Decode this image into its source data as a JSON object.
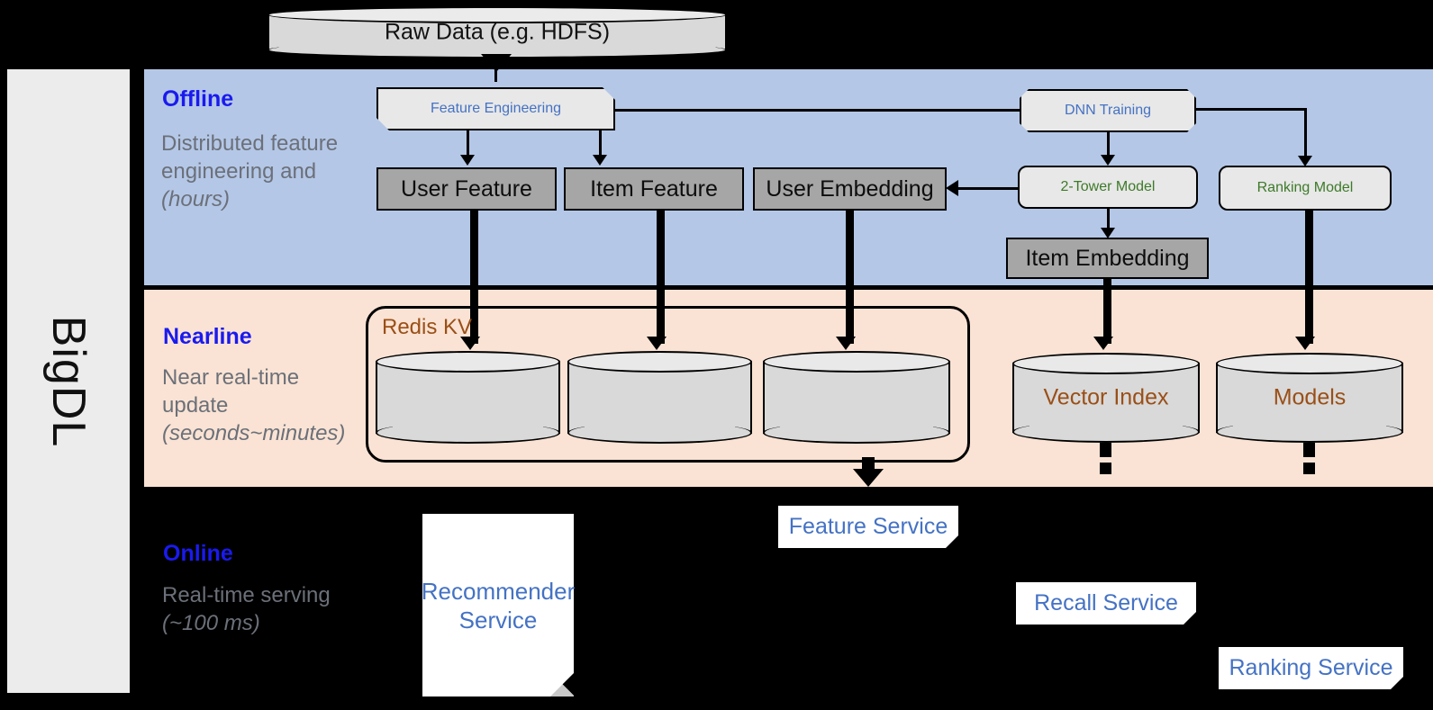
{
  "sidebar": {
    "label": "BigDL"
  },
  "bands": {
    "offline": {
      "title": "Offline",
      "subtitle": "Distributed feature engineering and ",
      "subtitle_italic": "(hours)",
      "color": "#b4c7e7"
    },
    "nearline": {
      "title": "Nearline",
      "subtitle": "Near real-time update ",
      "subtitle_italic": "(seconds~minutes)",
      "color": "#fae3d4"
    },
    "online": {
      "title": "Online",
      "subtitle": "Real-time serving ",
      "subtitle_italic": "(~100 ms)",
      "color": "#000000"
    }
  },
  "nodes": {
    "raw_data": "Raw Data (e.g. HDFS)",
    "feature_engineering": "Feature Engineering",
    "dnn_training": "DNN Training",
    "user_feature": "User Feature",
    "item_feature": "Item Feature",
    "user_embedding": "User Embedding",
    "two_tower_model": "2-Tower Model",
    "ranking_model": "Ranking Model",
    "item_embedding": "Item Embedding",
    "redis_kv": "Redis KV",
    "vector_index": "Vector Index",
    "models": "Models",
    "recommender_service": "Recommender Service",
    "feature_service": "Feature Service",
    "recall_service": "Recall Service",
    "ranking_service": "Ranking Service"
  },
  "colors": {
    "offline_band": "#b4c7e7",
    "nearline_band": "#fae3d4",
    "online_band": "#000000",
    "band_title": "#1a1aee",
    "band_subtitle": "#6b7079",
    "blue_text": "#4472c4",
    "green_text": "#3d7a28",
    "brown_text": "#9a4f17",
    "gray_store": "#a6a6a6",
    "light_box": "#e8e8e8",
    "sidebar": "#ececec"
  }
}
